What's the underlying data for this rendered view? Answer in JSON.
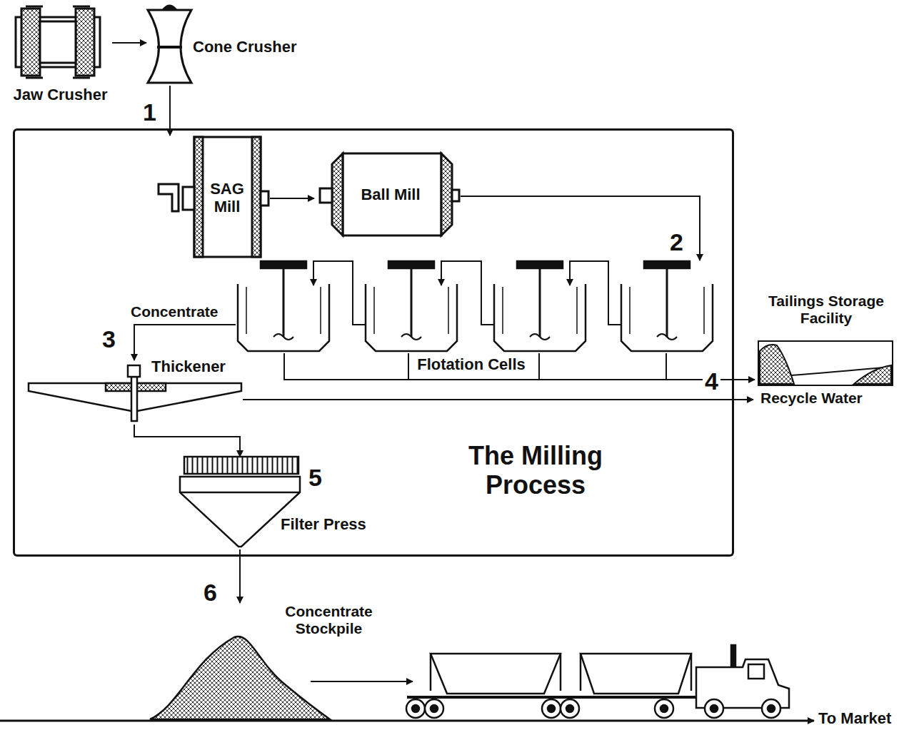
{
  "diagram": {
    "nodes": [
      {
        "text": [
          "Jaw Crusher"
        ]
      },
      {
        "text": [
          "Cone Crusher"
        ]
      },
      {
        "text": [
          "The Milling Process"
        ]
      },
      {
        "text": [
          "SAG Mill"
        ],
        "in": 2
      },
      {
        "text": [
          "Ball Mill"
        ],
        "in": 2
      },
      {
        "text": [
          "Flotation Cells"
        ],
        "in": 2
      },
      {
        "text": [
          "Thickener"
        ],
        "in": 2
      },
      {
        "text": [
          "Filter Press"
        ],
        "in": 2
      },
      {
        "text": [
          "Tailings Storage Facility"
        ]
      },
      {
        "text": [
          "Concentrate Stockpile"
        ]
      }
    ],
    "edges": [
      {
        "from": 0,
        "to": 1,
        "arrow": "to"
      },
      {
        "from": 1,
        "to": 3,
        "arrow": "to"
      },
      {
        "from": 3,
        "to": 4,
        "arrow": "to"
      },
      {
        "from": 4,
        "to": 5,
        "arrow": "to"
      },
      {
        "from": 5,
        "to": 6,
        "label": "Concentrate",
        "arrow": "to"
      },
      {
        "from": 5,
        "to": 8,
        "arrow": "to"
      },
      {
        "from": 6,
        "to": 7,
        "arrow": "to"
      },
      {
        "from": 7,
        "to": 9,
        "arrow": "to"
      }
    ],
    "labels": [
      "1",
      "2",
      "3",
      "4",
      "5",
      "6",
      "Recycle Water",
      "To Market"
    ]
  }
}
